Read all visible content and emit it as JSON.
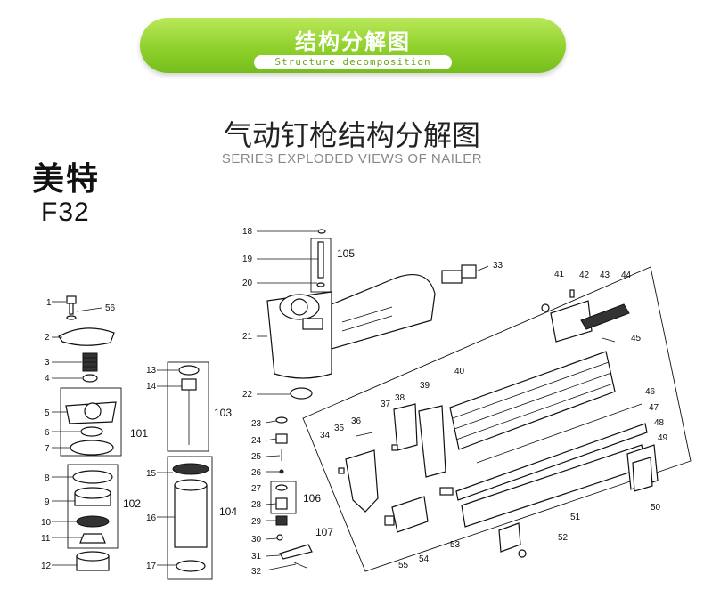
{
  "banner": {
    "title": "结构分解图",
    "subtitle": "Structure decomposition"
  },
  "heading": {
    "title": "气动钉枪结构分解图",
    "subtitle": "SERIES EXPLODED VIEWS OF NAILER"
  },
  "brand": {
    "name": "美特",
    "model": "F32"
  },
  "part_labels": [
    "1",
    "2",
    "3",
    "4",
    "5",
    "6",
    "7",
    "8",
    "9",
    "10",
    "11",
    "12",
    "13",
    "14",
    "15",
    "16",
    "17",
    "18",
    "19",
    "20",
    "21",
    "22",
    "23",
    "24",
    "25",
    "26",
    "27",
    "28",
    "29",
    "30",
    "31",
    "32",
    "33",
    "34",
    "35",
    "36",
    "37",
    "38",
    "39",
    "40",
    "41",
    "42",
    "43",
    "44",
    "45",
    "46",
    "47",
    "48",
    "49",
    "50",
    "51",
    "52",
    "53",
    "54",
    "55",
    "56"
  ],
  "group_labels": [
    "101",
    "102",
    "103",
    "104",
    "105",
    "106",
    "107"
  ],
  "colors": {
    "banner_green": "#8fd12c",
    "banner_text": "#ffffff",
    "subtitle_gray": "#888888"
  }
}
